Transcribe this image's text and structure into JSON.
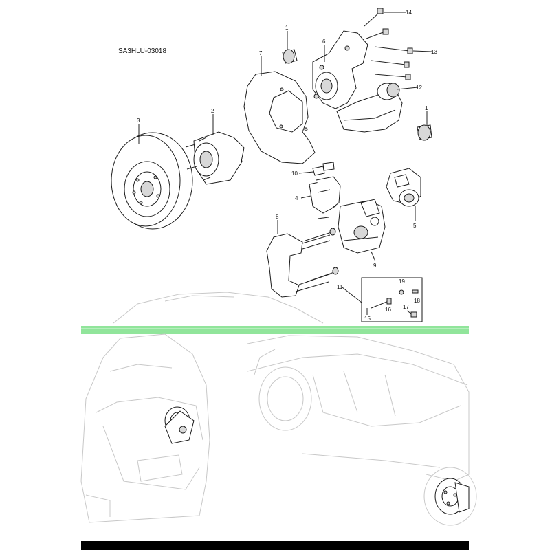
{
  "drawing_code": "SA3HLU-03018",
  "callouts": {
    "c1a": "1",
    "c1b": "1",
    "c2": "2",
    "c3": "3",
    "c4": "4",
    "c5": "5",
    "c6": "6",
    "c7": "7",
    "c8": "8",
    "c9": "9",
    "c10": "10",
    "c11": "11",
    "c12": "12",
    "c13": "13",
    "c14": "14",
    "c15": "15",
    "c16": "16",
    "c17": "17",
    "c18": "18",
    "c19": "19"
  },
  "colors": {
    "line": "#1a1a1a",
    "ghost": "#c8c8c8",
    "divider_green": "#7ee08a",
    "footer_bar": "#000000"
  }
}
